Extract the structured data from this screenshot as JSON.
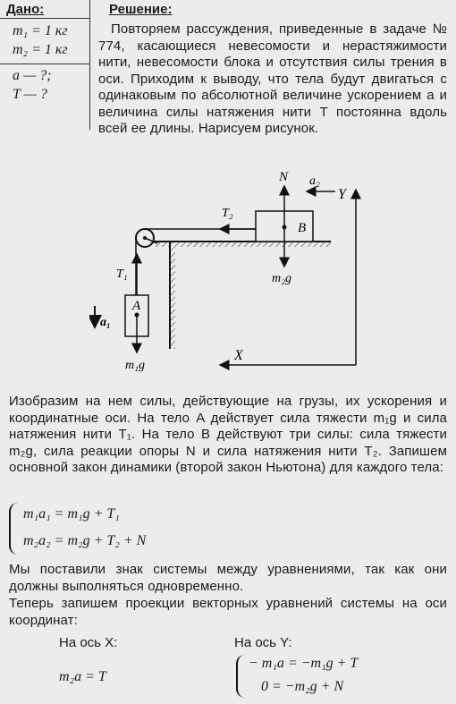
{
  "given": {
    "title": "Дано:",
    "lines": [
      "m₁ = 1 кг",
      "m₂ = 1 кг",
      "a — ?;",
      "T — ?"
    ]
  },
  "solution": {
    "title": "Решение:",
    "intro": "Повторяем рассуждения, приведенные в задаче № 774, касающиеся невесомости и нерастяжимости нити, невесомости блока и отсутствия силы трения в оси. Приходим к выводу, что тела будут двигаться с одинаковым по абсолютной величине ускорением a и величина силы натяжения нити T постоянна вдоль всей ее длины. Нарисуем рисунок.",
    "forces": "Изобразим на нем силы, действующие на грузы, их ускорения и координатные оси. На тело A действует сила тяжести m₁g и сила натяжения нити T₁. На тело B действуют три силы: сила тяжести m₂g, сила реакции опоры N и сила натяжения нити T₂. Запишем основной закон динамики (второй закон Ньютона) для каждого тела:",
    "system_eq1": "m₁a₁ = m₁g + T₁",
    "system_eq2": "m₂a₂ = m₂g + T₂ + N",
    "system_note": "Мы поставили знак системы между уравнениями, так как они должны выполняться одновременно.",
    "projection_intro": "Теперь запишем проекции векторных уравнений системы на оси координат:",
    "axis_x_label": "На ось X:",
    "axis_y_label": "На ось Y:",
    "x_eq": "m₂a = T",
    "y_eq1": "− m₁a = −m₁g + T",
    "y_eq2": "0 = −m₂g + N"
  },
  "diagram": {
    "labels": {
      "N": "N",
      "a2": "a₂",
      "Y": "Y",
      "T2": "T₂",
      "B": "B",
      "m2g": "m₂g",
      "T1": "T₁",
      "a1": "a₁",
      "A": "A",
      "m1g": "m₁g",
      "X": "X"
    }
  }
}
